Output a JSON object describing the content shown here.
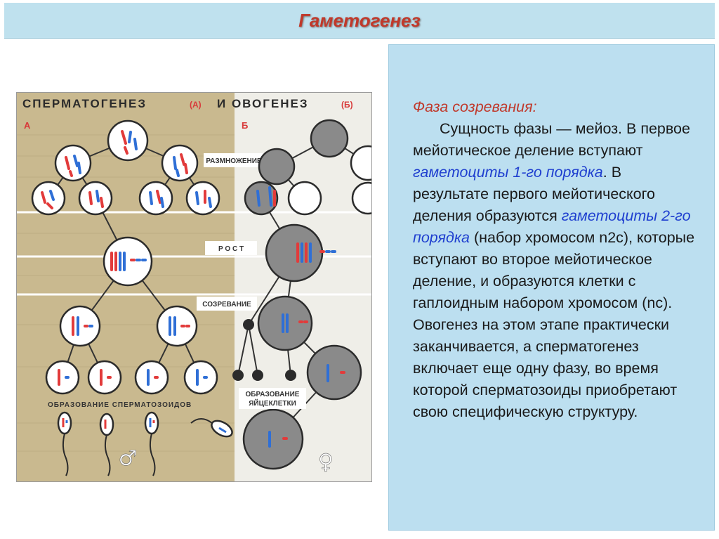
{
  "title": "Гаметогенез",
  "figure": {
    "heading_a": "СПЕРМАТОГЕНЕЗ",
    "heading_a_mark": "(А)",
    "heading_and": "И ОВОГЕНЕЗ",
    "heading_b_mark": "(Б)",
    "col_a": "А",
    "col_b": "Б",
    "stage_reproduction": "РАЗМНОЖЕНИЕ",
    "stage_growth": "Р О С Т",
    "stage_maturation": "СОЗРЕВАНИЕ",
    "sperm_formation": "ОБРАЗОВАНИЕ СПЕРМАТОЗОИДОВ",
    "egg_formation_1": "ОБРАЗОВАНИЕ",
    "egg_formation_2": "ЯЙЦЕКЛЕТКИ",
    "male_symbol": "♂",
    "female_symbol": "♀"
  },
  "text": {
    "phase_title": "Фаза созревания:",
    "s1": "Сущность фазы — мейоз. В первое мейотическое деление вступают ",
    "t1": "гаметоциты 1-го порядка",
    "s2": ". В результате первого мейотического деления образуются ",
    "t2": "гаметоциты 2-го порядка",
    "s3": " (набор хромосом n2c), которые вступают во второе мейотическое деление, и образуются клетки с гаплоидным набором хромосом (nc). Овогенез на этом этапе практически заканчивается, а сперматогенез включает еще одну фазу, во время которой сперматозоиды приобретают свою специфическую структуру."
  },
  "colors": {
    "red": "#e23b3b",
    "blue": "#2f6fd6",
    "title": "#c0392b",
    "term": "#1f3fcf"
  }
}
